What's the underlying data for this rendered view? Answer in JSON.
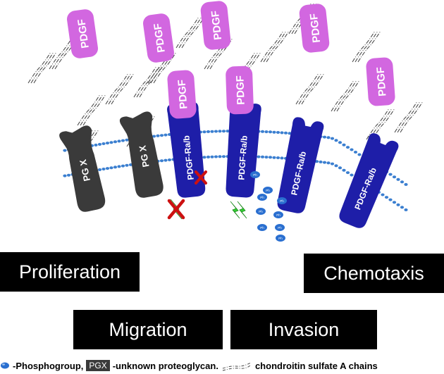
{
  "ligand_label": "PDGF",
  "receptor_label": "PDGF-Ra/b",
  "proteoglycan_label": "PG X",
  "phospho_label": "Ph",
  "outcomes": {
    "proliferation": "Proliferation",
    "chemotaxis": "Chemotaxis",
    "migration": "Migration",
    "invasion": "Invasion"
  },
  "legend": {
    "phospho_text": "-Phosphogroup,",
    "pgx_box": "PGX",
    "pgx_text": "-unknown proteoglycan.",
    "cs_text": "chondroitin sulfate A chains"
  },
  "colors": {
    "ligand": "#d267e0",
    "receptor": "#1e1ea8",
    "proteoglycan": "#3a3a3a",
    "membrane": "#3b7fd0",
    "phospho": "#2a6fd0",
    "inhibit_x": "#cc1111",
    "lightning": "#33cc33"
  }
}
